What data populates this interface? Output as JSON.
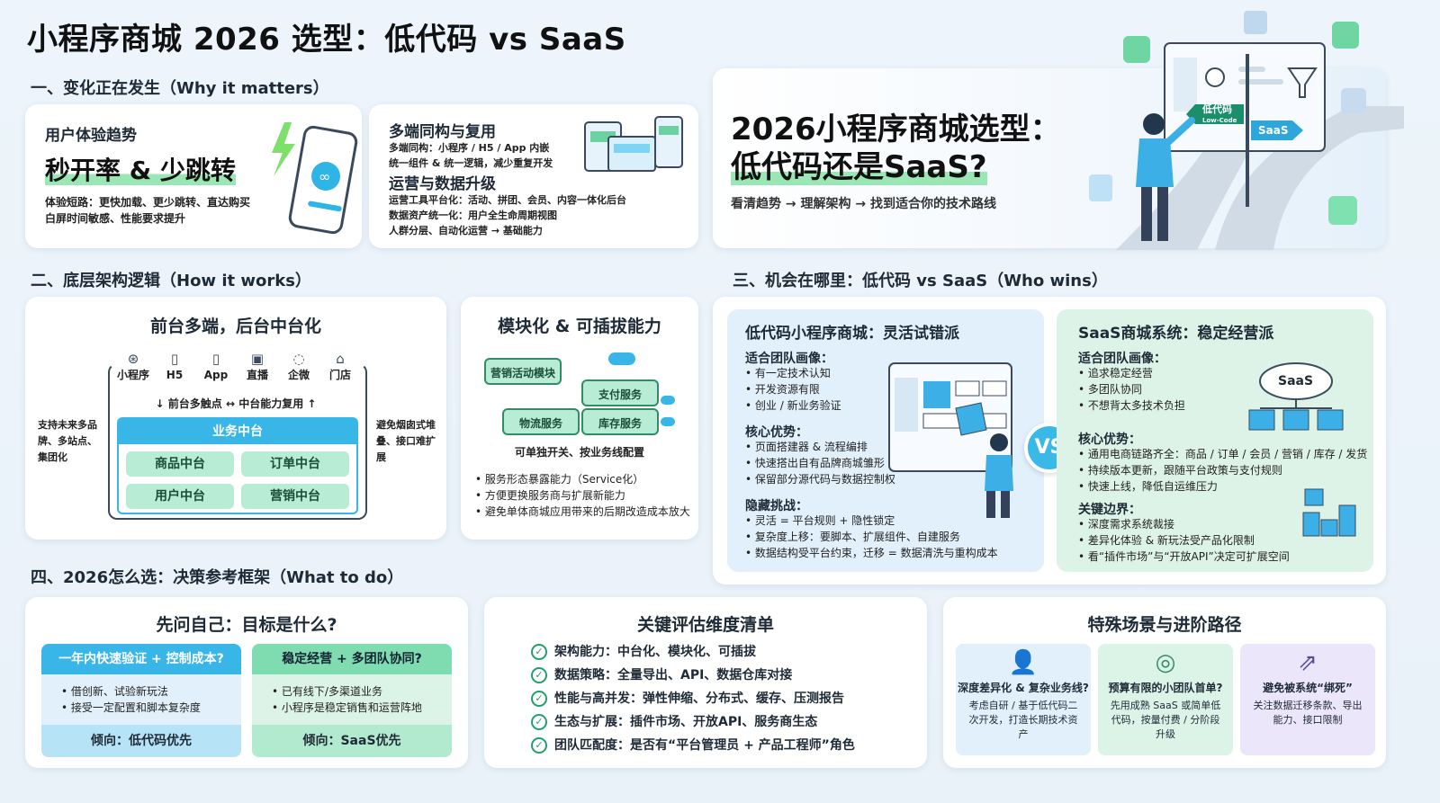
{
  "title": "小程序商城 2026 选型：低代码 vs SaaS",
  "sections": {
    "s1": "一、变化正在发生（Why it matters）",
    "s2": "二、底层架构逻辑（How it works）",
    "s3": "三、机会在哪里：低代码 vs SaaS（Who wins）",
    "s4": "四、2026怎么选：决策参考框架（What to do）"
  },
  "ux": {
    "heading": "用户体验趋势",
    "big": "秒开率 & 少跳转",
    "line1": "体验短路：更快加载、更少跳转、直达购买",
    "line2": "白屏时间敏感、性能要求提升"
  },
  "multi": {
    "heading": "多端同构与复用",
    "line1": "多端同构：小程序 / H5 / App 内嵌",
    "line2": "统一组件 & 统一逻辑，减少重复开发",
    "heading2": "运营与数据升级",
    "line3": "运营工具平台化：活动、拼团、会员、内容一体化后台",
    "line4": "数据资产统一化：用户全生命周期视图",
    "line5": "人群分层、自动化运营 → 基础能力"
  },
  "hero": {
    "line1": "2026小程序商城选型：",
    "line2": "低代码还是SaaS?",
    "sub": "看清趋势 → 理解架构 → 找到适合你的技术路线",
    "sign1": "低代码",
    "sign1b": "Low-Code",
    "sign2": "SaaS"
  },
  "arch": {
    "heading": "前台多端，后台中台化",
    "channels": [
      "小程序",
      "H5",
      "App",
      "直播",
      "企微",
      "门店"
    ],
    "flow": "↓ 前台多触点 ↔ 中台能力复用 ↑",
    "left": "支持未来多品牌、多站点、集团化",
    "right": "避免烟囱式堆叠、接口难扩展",
    "biz": "业务中台",
    "cells": [
      "商品中台",
      "订单中台",
      "用户中台",
      "营销中台"
    ]
  },
  "modular": {
    "heading": "模块化 & 可插拔能力",
    "blocks": [
      "营销活动模块",
      "支付服务",
      "物流服务",
      "库存服务"
    ],
    "caption": "可单独开关、按业务线配置",
    "b1": "服务形态暴露能力（Service化）",
    "b2": "方便更换服务商与扩展新能力",
    "b3": "避免单体商城应用带来的后期改造成本放大"
  },
  "lowcode": {
    "heading": "低代码小程序商城：灵活试错派",
    "h1": "适合团队画像：",
    "p1": [
      "有一定技术认知",
      "开发资源有限",
      "创业 / 新业务验证"
    ],
    "h2": "核心优势：",
    "p2": [
      "页面搭建器 & 流程编排",
      "快速搭出自有品牌商城雏形",
      "保留部分源代码与数据控制权"
    ],
    "h3": "隐藏挑战：",
    "p3": [
      "灵活 = 平台规则 + 隐性锁定",
      "复杂度上移：要脚本、扩展组件、自建服务",
      "数据结构受平台约束，迁移 = 数据清洗与重构成本"
    ]
  },
  "vs": "VS",
  "saas": {
    "heading": "SaaS商城系统：稳定经营派",
    "cloud": "SaaS",
    "h1": "适合团队画像：",
    "p1": [
      "追求稳定经营",
      "多团队协同",
      "不想背太多技术负担"
    ],
    "h2": "核心优势：",
    "p2": [
      "通用电商链路齐全：商品 / 订单 / 会员 / 营销 / 库存 / 发货",
      "持续版本更新，跟随平台政策与支付规则",
      "快速上线，降低自运维压力"
    ],
    "h3": "关键边界：",
    "p3": [
      "深度需求系统裁接",
      "差异化体验 & 新玩法受产品化限制",
      "看“插件市场”与“开放API”决定可扩展空间"
    ]
  },
  "goal": {
    "heading": "先问自己：目标是什么?",
    "left_title": "一年内快速验证 + 控制成本?",
    "left_items": [
      "借创新、试验新玩法",
      "接受一定配置和脚本复杂度"
    ],
    "left_tend": "倾向：低代码优先",
    "right_title": "稳定经营 + 多团队协同?",
    "right_items": [
      "已有线下/多渠道业务",
      "小程序是稳定销售和运营阵地"
    ],
    "right_tend": "倾向：SaaS优先"
  },
  "checklist": {
    "heading": "关键评估维度清单",
    "items": [
      "架构能力：中台化、模块化、可插拔",
      "数据策略：全量导出、API、数据仓库对接",
      "性能与高并发：弹性伸缩、分布式、缓存、压测报告",
      "生态与扩展：插件市场、开放API、服务商生态",
      "团队匹配度：是否有“平台管理员 + 产品工程师”角色"
    ]
  },
  "special": {
    "heading": "特殊场景与进阶路径",
    "cards": [
      {
        "title": "深度差异化 & 复杂业务线?",
        "body": "考虑自研 / 基于低代码二次开发，打造长期技术资产"
      },
      {
        "title": "预算有限的小团队首单?",
        "body": "先用成熟 SaaS 或简单低代码，按量付费 / 分阶段升级"
      },
      {
        "title": "避免被系统“绑死”",
        "body": "关注数据迁移条款、导出能力、接口限制"
      }
    ]
  },
  "colors": {
    "green": "#22a06b",
    "blue": "#38b6e8",
    "lightgreen": "#b8ecd4",
    "purple": "#ece6fb"
  }
}
